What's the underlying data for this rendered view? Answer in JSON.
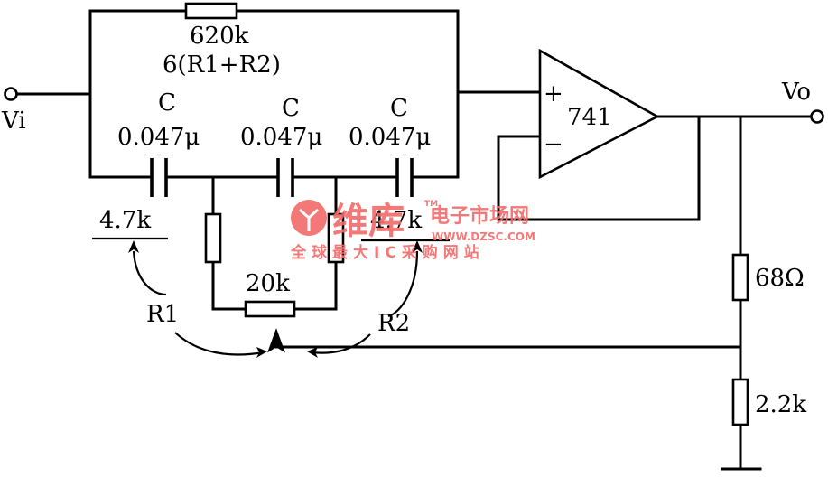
{
  "circuit": {
    "input_label": "Vi",
    "output_label": "Vo",
    "feedback_resistor": {
      "value": "620k",
      "relation": "6(R1+R2)"
    },
    "capacitors": [
      {
        "name": "C",
        "value": "0.047μ"
      },
      {
        "name": "C",
        "value": "0.047μ"
      },
      {
        "name": "C",
        "value": "0.047μ"
      }
    ],
    "opamp": {
      "label": "741",
      "plus": "+",
      "minus": "−"
    },
    "resistors": {
      "r1_value": "4.7k",
      "r2_value": "4.7k",
      "pot_value": "20k",
      "r1_name": "R1",
      "r2_name": "R2",
      "load_upper": "68Ω",
      "load_lower": "2.2k"
    }
  },
  "watermark": {
    "brand": "维库",
    "tagline": "电子市场网",
    "url": "WWW.DZSC.COM",
    "slogan": "全球最大IC采购网站",
    "tm": "TM"
  }
}
